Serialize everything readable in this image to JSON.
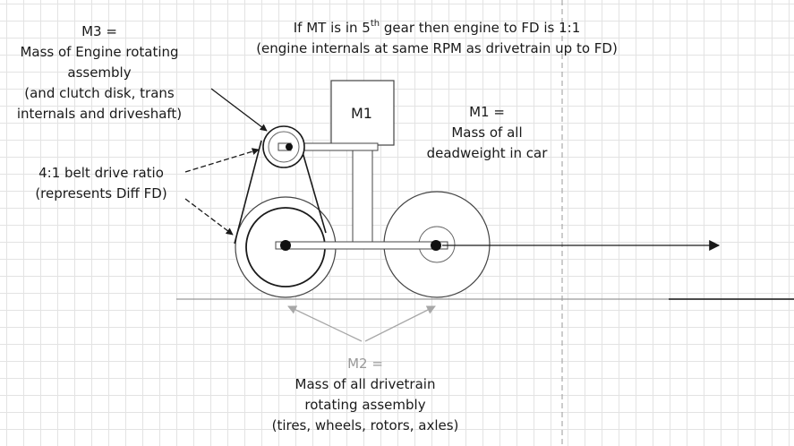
{
  "labels": {
    "m3_title": "M3 =",
    "m3_desc": [
      "Mass of Engine rotating",
      "assembly",
      "(and clutch disk, trans",
      "internals and driveshaft)"
    ],
    "gear_note_pre": "If MT is in 5",
    "gear_note_sup": "th",
    "gear_note_post": " gear then engine to FD is 1:1",
    "gear_note_line2": "(engine internals at same RPM as drivetrain up to FD)",
    "m1_box": "M1",
    "m1_title": "M1 =",
    "m1_desc": [
      "Mass of all",
      "deadweight in car"
    ],
    "belt_ratio": [
      "4:1 belt drive ratio",
      "(represents Diff FD)"
    ],
    "m2_title": "M2 =",
    "m2_desc": [
      "Mass of all drivetrain",
      "rotating assembly",
      "(tires, wheels, rotors, axles)"
    ]
  }
}
